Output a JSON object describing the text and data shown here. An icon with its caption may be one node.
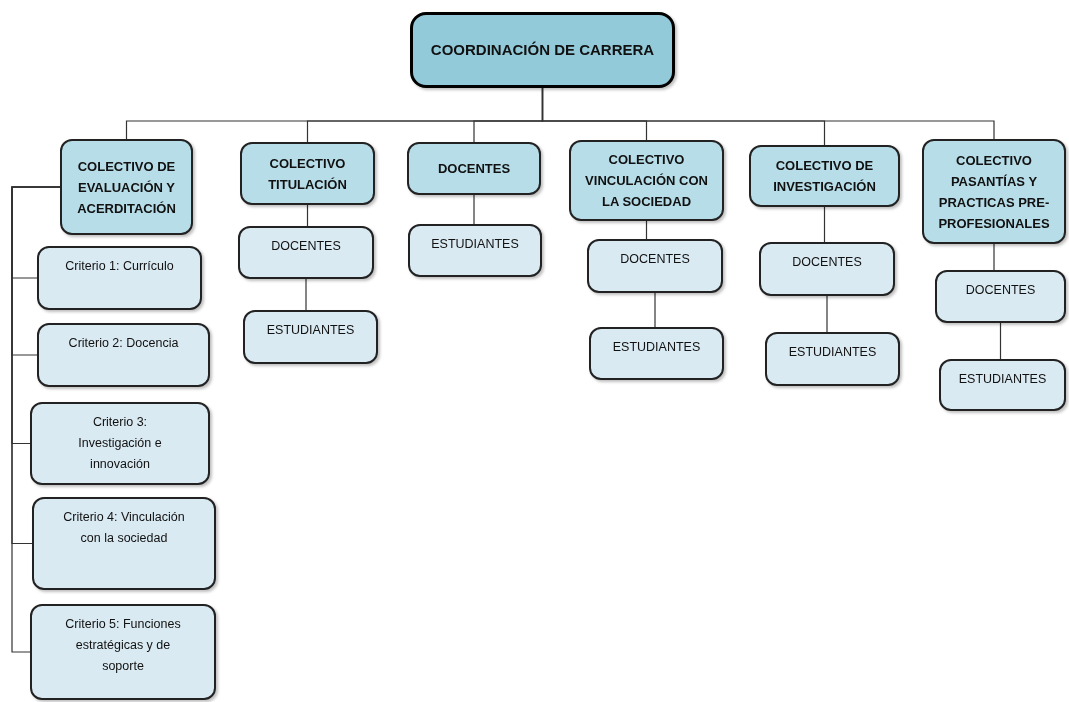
{
  "diagram": {
    "nodes": [
      {
        "text": [
          "COORDINACIÓN DE CARRERA"
        ]
      },
      {
        "text": [
          "COLECTIVO DE EVALUACIÓN Y ACERDITACIÓN"
        ]
      },
      {
        "text": [
          "Criterio 1: Currículo"
        ]
      },
      {
        "text": [
          "Criterio 2: Docencia"
        ]
      },
      {
        "text": [
          "Criterio 3: Investigación e innovación"
        ]
      },
      {
        "text": [
          "Criterio 4: Vinculación con la sociedad"
        ]
      },
      {
        "text": [
          "Criterio 5: Funciones estratégicas y de soporte"
        ]
      },
      {
        "text": [
          "COLECTIVO TITULACIÓN"
        ]
      },
      {
        "text": [
          "DOCENTES"
        ]
      },
      {
        "text": [
          "ESTUDIANTES"
        ]
      },
      {
        "text": [
          "DOCENTES"
        ]
      },
      {
        "text": [
          "ESTUDIANTES"
        ]
      },
      {
        "text": [
          "COLECTIVO VINCULACIÓN CON LA SOCIEDAD"
        ]
      },
      {
        "text": [
          "DOCENTES"
        ]
      },
      {
        "text": [
          "ESTUDIANTES"
        ]
      },
      {
        "text": [
          "COLECTIVO DE INVESTIGACIÓN"
        ]
      },
      {
        "text": [
          "DOCENTES"
        ]
      },
      {
        "text": [
          "ESTUDIANTES"
        ]
      },
      {
        "text": [
          "COLECTIVO PASANTÍAS Y PRACTICAS PRE-PROFESIONALES"
        ]
      },
      {
        "text": [
          "DOCENTES"
        ]
      },
      {
        "text": [
          "ESTUDIANTES"
        ]
      }
    ],
    "edges": [
      {
        "from": 0,
        "to": 1,
        "arrow": "none"
      },
      {
        "from": 0,
        "to": 7,
        "arrow": "none"
      },
      {
        "from": 0,
        "to": 10,
        "arrow": "none"
      },
      {
        "from": 0,
        "to": 12,
        "arrow": "none"
      },
      {
        "from": 0,
        "to": 15,
        "arrow": "none"
      },
      {
        "from": 0,
        "to": 18,
        "arrow": "none"
      },
      {
        "from": 1,
        "to": 2,
        "arrow": "none"
      },
      {
        "from": 1,
        "to": 3,
        "arrow": "none"
      },
      {
        "from": 1,
        "to": 4,
        "arrow": "none"
      },
      {
        "from": 1,
        "to": 5,
        "arrow": "none"
      },
      {
        "from": 1,
        "to": 6,
        "arrow": "none"
      },
      {
        "from": 7,
        "to": 8,
        "arrow": "none"
      },
      {
        "from": 8,
        "to": 9,
        "arrow": "none"
      },
      {
        "from": 10,
        "to": 11,
        "arrow": "none"
      },
      {
        "from": 12,
        "to": 13,
        "arrow": "none"
      },
      {
        "from": 13,
        "to": 14,
        "arrow": "none"
      },
      {
        "from": 15,
        "to": 16,
        "arrow": "none"
      },
      {
        "from": 16,
        "to": 17,
        "arrow": "none"
      },
      {
        "from": 18,
        "to": 19,
        "arrow": "none"
      },
      {
        "from": 19,
        "to": 20,
        "arrow": "none"
      }
    ]
  }
}
